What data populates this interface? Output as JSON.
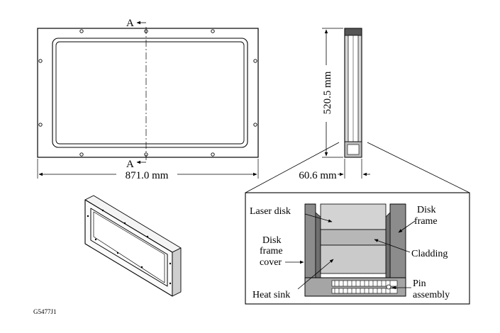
{
  "front_view": {
    "section_mark_top": "A",
    "section_mark_bottom": "A",
    "width_dimension": "871.0 mm"
  },
  "side_view": {
    "height_dimension": "520.5 mm",
    "thickness_dimension": "60.6 mm"
  },
  "detail_view": {
    "labels": {
      "laser_disk": "Laser disk",
      "disk_frame_line1": "Disk",
      "disk_frame_line2": "frame",
      "disk_frame_cover_line1": "Disk",
      "disk_frame_cover_line2": "frame",
      "disk_frame_cover_line3": "cover",
      "cladding": "Cladding",
      "heat_sink": "Heat sink",
      "pin_assembly_line1": "Pin",
      "pin_assembly_line2": "assembly"
    }
  },
  "figure_id": "G5477J1",
  "colors": {
    "line": "#000000",
    "frame_gray": "#8c8c8c",
    "disk_gray": "#c8c8c8",
    "cladding_gray": "#b0b0b0",
    "dark_gray": "#555555"
  }
}
